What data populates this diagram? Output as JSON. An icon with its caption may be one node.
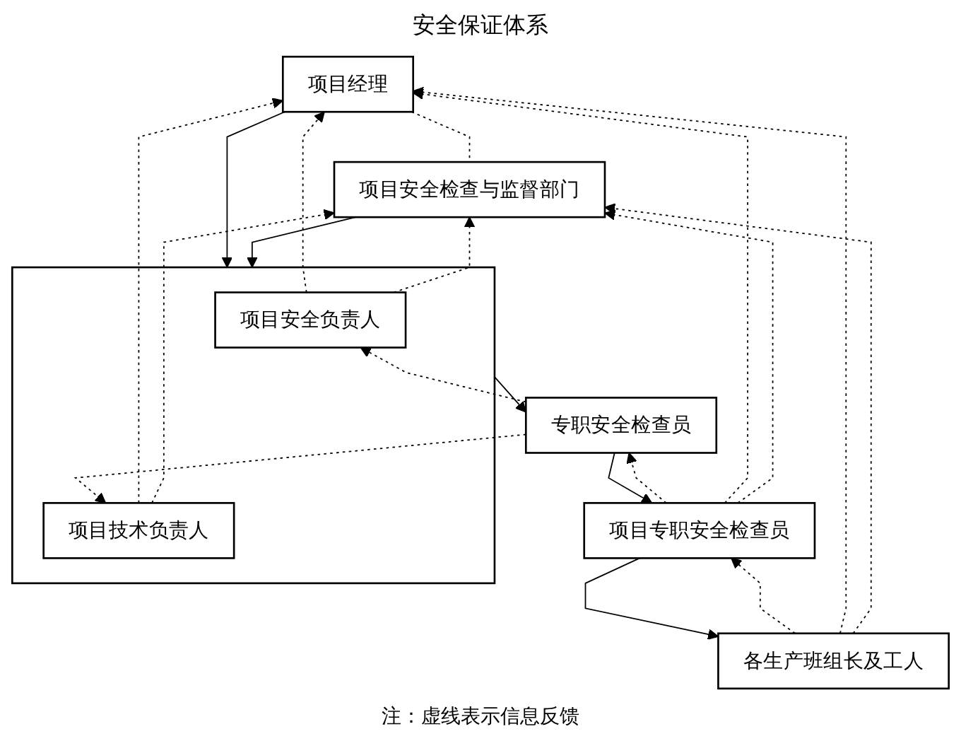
{
  "diagram": {
    "title": "安全保证体系",
    "caption": "注：虚线表示信息反馈",
    "nodes": [
      {
        "text": [
          "项目经理"
        ]
      },
      {
        "text": [
          "项目安全检查与监督部门"
        ]
      },
      {
        "text": [],
        "shape": "box"
      },
      {
        "text": [
          "项目安全负责人"
        ],
        "in": 2
      },
      {
        "text": [
          "项目技术负责人"
        ],
        "in": 2
      },
      {
        "text": [
          "专职安全检查员"
        ]
      },
      {
        "text": [
          "项目专职安全检查员"
        ]
      },
      {
        "text": [
          "各生产班组长及工人"
        ]
      }
    ],
    "edges": [
      {
        "from": 0,
        "to": 1,
        "arrow": "none",
        "style": "dashed"
      },
      {
        "from": 0,
        "to": 2,
        "arrow": "to"
      },
      {
        "from": 1,
        "to": 2,
        "arrow": "to"
      },
      {
        "from": 3,
        "to": 0,
        "arrow": "to",
        "style": "dashed"
      },
      {
        "from": 3,
        "to": 1,
        "arrow": "to",
        "style": "dashed"
      },
      {
        "from": 4,
        "to": 0,
        "arrow": "to",
        "style": "dashed"
      },
      {
        "from": 4,
        "to": 1,
        "arrow": "to",
        "style": "dashed"
      },
      {
        "from": 2,
        "to": 5,
        "arrow": "to"
      },
      {
        "from": 5,
        "to": 3,
        "arrow": "to",
        "style": "dashed"
      },
      {
        "from": 5,
        "to": 4,
        "arrow": "to",
        "style": "dashed"
      },
      {
        "from": 5,
        "to": 6,
        "arrow": "to"
      },
      {
        "from": 6,
        "to": 5,
        "arrow": "to",
        "style": "dashed"
      },
      {
        "from": 6,
        "to": 7,
        "arrow": "to"
      },
      {
        "from": 7,
        "to": 6,
        "arrow": "to",
        "style": "dashed"
      },
      {
        "from": 6,
        "to": 0,
        "arrow": "to",
        "style": "dashed"
      },
      {
        "from": 7,
        "to": 0,
        "arrow": "to",
        "style": "dashed"
      },
      {
        "from": 6,
        "to": 1,
        "arrow": "to",
        "style": "dashed"
      },
      {
        "from": 7,
        "to": 1,
        "arrow": "to",
        "style": "dashed"
      }
    ]
  }
}
